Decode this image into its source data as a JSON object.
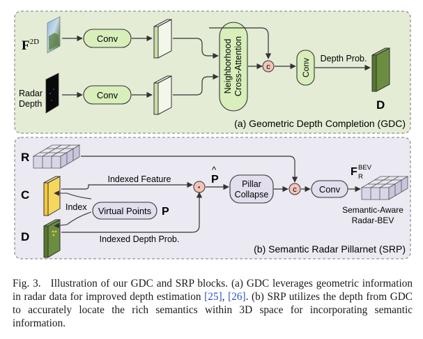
{
  "gdc": {
    "title": "(a) Geometric Depth Completion (GDC)",
    "input_f2d": "F",
    "input_f2d_sup": "2D",
    "input_radar_line1": "Radar",
    "input_radar_line2": "Depth",
    "conv_top": "Conv",
    "conv_bottom": "Conv",
    "attention_line1": "Neighborhood",
    "attention_line2": "Cross-Attention",
    "concat_symbol": "c",
    "conv_vertical": "Conv",
    "depth_prob_label": "Depth Prob.",
    "output_label": "D"
  },
  "srp": {
    "title": "(b) Semantic Radar Pillarnet (SRP)",
    "input_r": "R",
    "input_c": "C",
    "input_d": "D",
    "indexed_feature": "Indexed Feature",
    "indexed_depth_prob": "Indexed Depth Prob.",
    "index_label": "Index",
    "virtual_points": "Virtual Points",
    "p_label": "P",
    "p_hat_label": "P",
    "p_hat_accent": "^",
    "multiply_symbol": "·",
    "pillar_line1": "Pillar",
    "pillar_line2": "Collapse",
    "concat_symbol": "c",
    "conv": "Conv",
    "output_f": "F",
    "output_sup": "BEV",
    "output_sub": "R",
    "output_caption_line1": "Semantic-Aware",
    "output_caption_line2": "Radar-BEV"
  },
  "caption": {
    "label": "Fig. 3.",
    "text_1": "Illustration of our GDC and SRP blocks. (a) GDC leverages geometric information in radar data for improved depth estimation ",
    "ref_1": "[25]",
    "sep": ", ",
    "ref_2": "[26]",
    "text_2": ". (b) SRP utilizes the depth from GDC to accurately locate the rich semantics within 3D space for incorporating semantic information."
  },
  "colors": {
    "gdc_bg": "#e4ecd6",
    "srp_bg": "#ebe9f1",
    "conv_green": "#d8eebb",
    "dark_green": "#55772f",
    "light_green": "#c9dda6",
    "yellow": "#f3c83a",
    "lavender": "#e2deee",
    "pink": "#f2c4b8",
    "reference_blue": "#2d54c4"
  }
}
